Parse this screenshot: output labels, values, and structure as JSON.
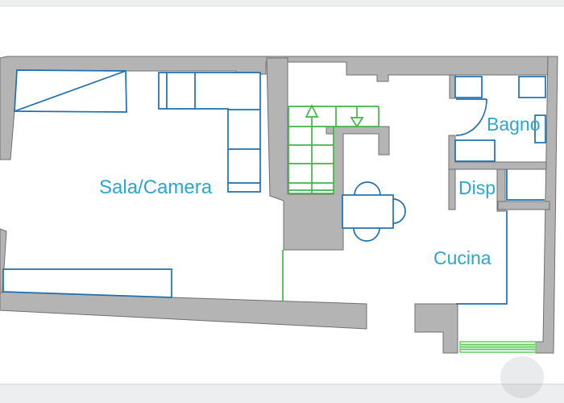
{
  "plan": {
    "rooms": {
      "sala": {
        "label": "Sala/Camera"
      },
      "bagno": {
        "label": "Bagno"
      },
      "disp": {
        "label": "Disp"
      },
      "cucina": {
        "label": "Cucina"
      }
    },
    "icons": {
      "stairs_up": "up-arrow",
      "stairs_down": "down-arrow"
    },
    "colors": {
      "wall": "#b4b4b4",
      "wall_edge": "#6f6f6f",
      "furniture": "#1e6fb0",
      "label": "#2ba6ce",
      "stairs": "#41b649",
      "window": "#66cc66",
      "page_band": "#eceeef",
      "shadow": "rgba(160,165,170,0.22)"
    }
  }
}
